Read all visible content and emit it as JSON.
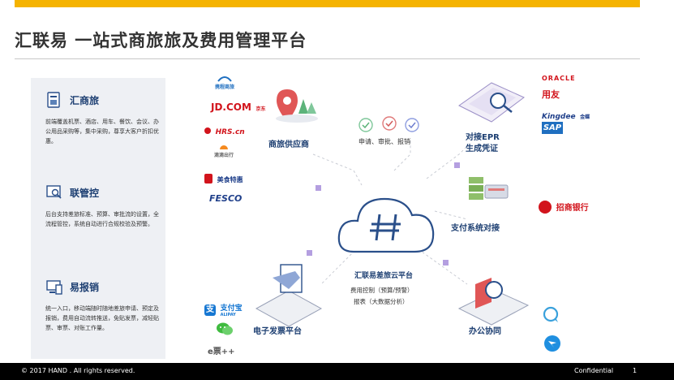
{
  "title": "汇联易 一站式商旅旅及费用管理平台",
  "features": [
    {
      "name": "汇商旅",
      "desc": "前端覆盖机票、酒店、用车、餐饮、会议、办公用品采购等，集中采购，尊享大客户折扣优惠。"
    },
    {
      "name": "联管控",
      "desc": "后台支持差旅标准、预算、审批流的设置，全流程管控，系统自动进行合规校验及预警。"
    },
    {
      "name": "易报销",
      "desc": "统一入口，移动端随时随地差旅申请、预定及报销，费用自动流转推送，免贴发票，减轻贴票、审票、对账工作量。"
    }
  ],
  "left_logos": [
    "携程商旅",
    "JD.COM",
    "京东",
    "HRS.cn",
    "滴滴出行",
    "美食特惠",
    "FESCO"
  ],
  "bottom_logos": [
    "支付宝",
    "ALIPAY",
    "e票++"
  ],
  "right_logos": [
    "ORACLE",
    "用友",
    "Kingdee",
    "金蝶",
    "SAP",
    "招商银行"
  ],
  "nodes": {
    "supplier": "商旅供应商",
    "approval": "申请、审批、报销",
    "erp_line1": "对接EPR",
    "erp_line2": "生成凭证",
    "payment": "支付系统对接",
    "cloud_title": "汇联易差旅云平台",
    "cloud_line1": "费用控制（预算/预警）",
    "cloud_line2": "报表（大数据分析）",
    "invoice": "电子发票平台",
    "office": "办公协同"
  },
  "footer": {
    "copyright": "© 2017 HAND . All rights reserved.",
    "confidential": "Confidential",
    "page": "1"
  },
  "colors": {
    "accent": "#f5b301",
    "navy": "#1d3f72",
    "cloud": "#2a4f8a"
  }
}
